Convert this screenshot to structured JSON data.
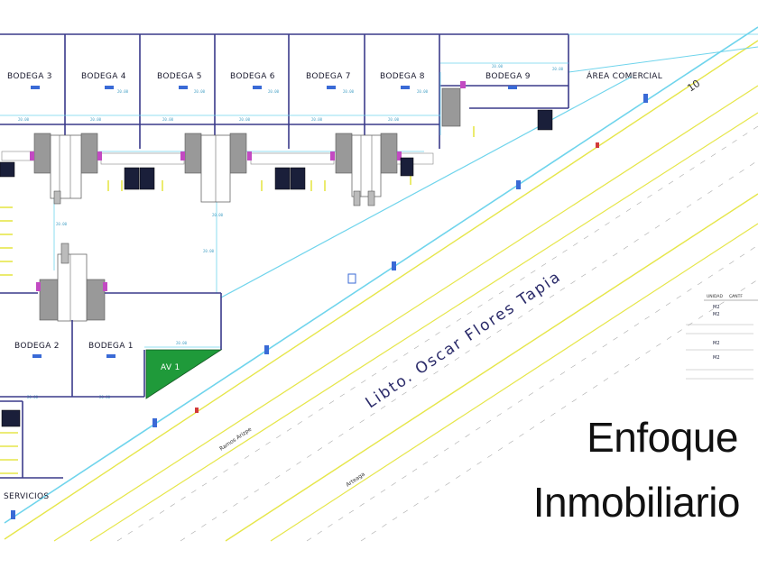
{
  "units": {
    "bodega_3": "BODEGA 3",
    "bodega_4": "BODEGA 4",
    "bodega_5": "BODEGA 5",
    "bodega_6": "BODEGA 6",
    "bodega_7": "BODEGA 7",
    "bodega_8": "BODEGA 8",
    "bodega_9": "BODEGA 9",
    "area_comercial": "ÁREA COMERCIAL",
    "bodega_2": "BODEGA 2",
    "bodega_1": "BODEGA 1",
    "av": "AV 1",
    "servicios": "SERVICIOS"
  },
  "road": {
    "main": "Libto. Oscar Flores Tapia",
    "ramp": "Ramos Arizpe",
    "lane": "Arteaga",
    "marker": "10"
  },
  "table": {
    "col1": "UNIDAD",
    "col2": "CANTF",
    "rows": [
      "M2",
      "M2",
      "M2",
      "M2"
    ]
  },
  "brand": {
    "line1": "Enfoque",
    "line2": "Inmobiliario"
  },
  "colors": {
    "wall": "#3a3a8a",
    "yellow": "#e6e64a",
    "cyan": "#6fd4ec",
    "green": "#1f9a3a",
    "magenta": "#c24ac2"
  }
}
